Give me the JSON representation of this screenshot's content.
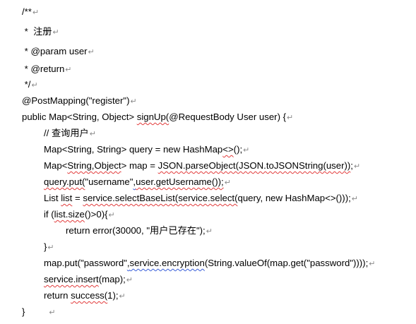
{
  "document": {
    "lines": {
      "l1": "/**",
      "l2": " *  注册",
      "l3": " * @param user",
      "l4": " * @return",
      "l5": " */",
      "l6": "@PostMapping(\"register\")",
      "l7_a": "public Map<String, Object> ",
      "l7_b": "signUp(",
      "l7_c": "@RequestBody User user) {",
      "l8": "// 查询用户",
      "l9_a": "Map<String, String> query = new HashMap",
      "l9_b": "<>",
      "l9_c": "();",
      "l10_a": "Map<",
      "l10_b": "String,Object",
      "l10_c": "> map = ",
      "l10_d": "JSON.parseObject(JSON.toJSONString(user))",
      "l10_e": ";",
      "l11_a": "query.put(",
      "l11_b": "\"username\"",
      "l11_c": ",",
      "l11_d": "user.getUsername());",
      "l12_a": "List ",
      "l12_b": "list",
      "l12_c": " = ",
      "l12_d": "service.selectBaseList(service.select(",
      "l12_e": "query, new HashMap<>()));",
      "l13_a": "if (",
      "l13_b": "list.size",
      "l13_c": "()>0){",
      "l14": "return error(30000, \"用户已存在\");",
      "l15": "}",
      "l16_a": "map.put(\"password\"",
      "l16_b": ",",
      "l16_c": "service.encryption",
      "l16_d": "(String.valueOf(map.get(\"password\"))));",
      "l17_a": "service.insert",
      "l17_b": "(map);",
      "l18_a": "return ",
      "l18_b": "success(",
      "l18_c": "1);",
      "l19": "}"
    },
    "paragraph_mark": "↵"
  }
}
